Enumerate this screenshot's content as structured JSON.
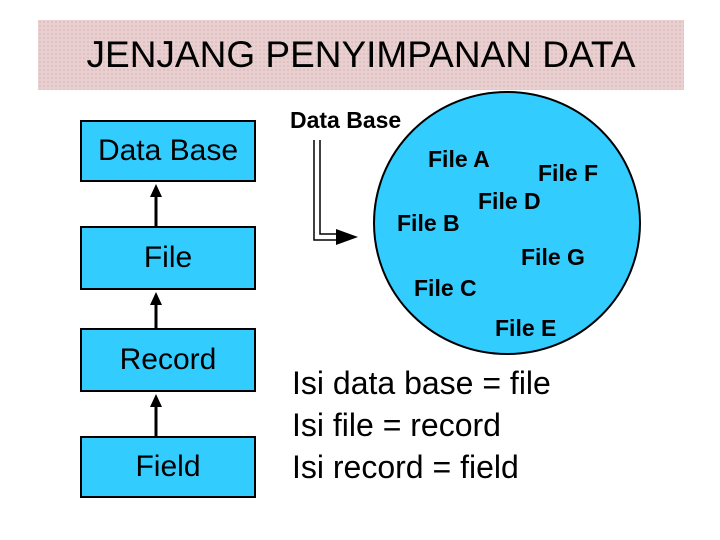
{
  "title": "JENJANG PENYIMPANAN DATA",
  "hierarchy": [
    {
      "label": "Data Base"
    },
    {
      "label": "File"
    },
    {
      "label": "Record"
    },
    {
      "label": "Field"
    }
  ],
  "database_diagram": {
    "label": "Data Base",
    "files": [
      "File A",
      "File F",
      "File D",
      "File B",
      "File G",
      "File C",
      "File E"
    ]
  },
  "facts": [
    "Isi data base = file",
    "Isi file = record",
    "Isi record = field"
  ],
  "colors": {
    "box_fill": "#33ccff",
    "circle_fill": "#33ccff",
    "title_bg": "#e9cfcf"
  }
}
